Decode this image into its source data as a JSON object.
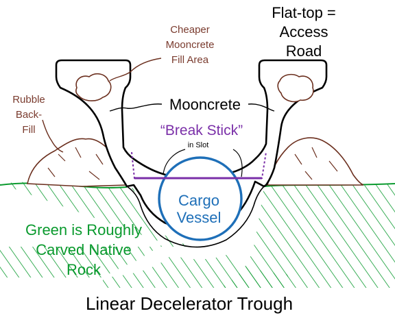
{
  "labels": {
    "flat_top": [
      "Flat-top =",
      "Access",
      "Road"
    ],
    "cheaper_fill": [
      "Cheaper",
      "Mooncrete",
      "Fill Area"
    ],
    "rubble": [
      "Rubble",
      "Back-",
      "Fill"
    ],
    "mooncrete": "Mooncrete",
    "break_stick": "“Break Stick”",
    "in_slot": "in Slot",
    "cargo_vessel": [
      "Cargo",
      "Vessel"
    ],
    "green_rock": [
      "Green is Roughly",
      "Carved Native",
      "Rock"
    ],
    "title": "Linear Decelerator Trough"
  },
  "colors": {
    "outline": "#000000",
    "rock_hatch": "#0a9a2e",
    "rubble": "#6b2f1e",
    "vessel": "#1e6fb8",
    "break_stick": "#7a2fa8",
    "fill_label": "#7a3b2e"
  }
}
